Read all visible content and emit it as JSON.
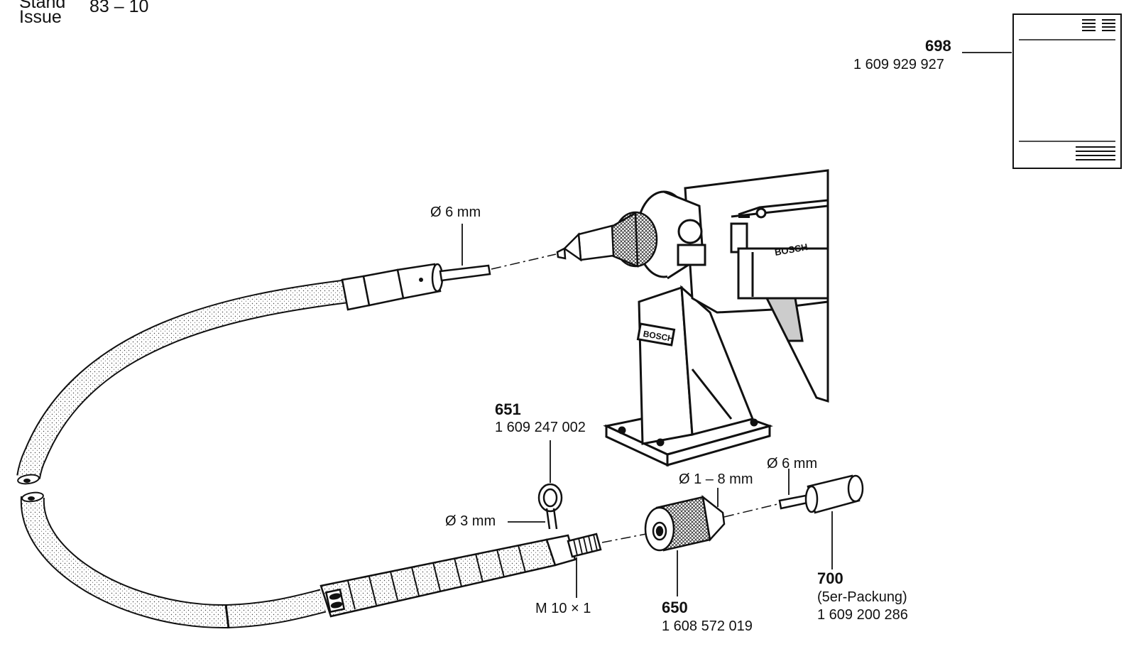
{
  "header": {
    "label_top": "Stand",
    "label_bottom": "Issue",
    "value": "83 – 10"
  },
  "parts": [
    {
      "number": "698",
      "part_no": "1 609 929 927",
      "note": ""
    },
    {
      "number": "651",
      "part_no": "1 609 247 002",
      "note": ""
    },
    {
      "number": "650",
      "part_no": "1 608 572 019",
      "note": ""
    },
    {
      "number": "700",
      "part_no": "1 609 200 286",
      "note": "(5er-Packung)"
    }
  ],
  "dimensions": {
    "shaft_end": "Ø 6 mm",
    "pin": "Ø 3 mm",
    "chuck_range": "Ø 1 – 8 mm",
    "tool_shank": "Ø 6 mm",
    "thread": "M 10 × 1"
  },
  "brand": {
    "housing_label": "BOSCH",
    "stand_label": "BOSCH"
  },
  "colors": {
    "ink": "#111111",
    "paper": "#ffffff"
  }
}
